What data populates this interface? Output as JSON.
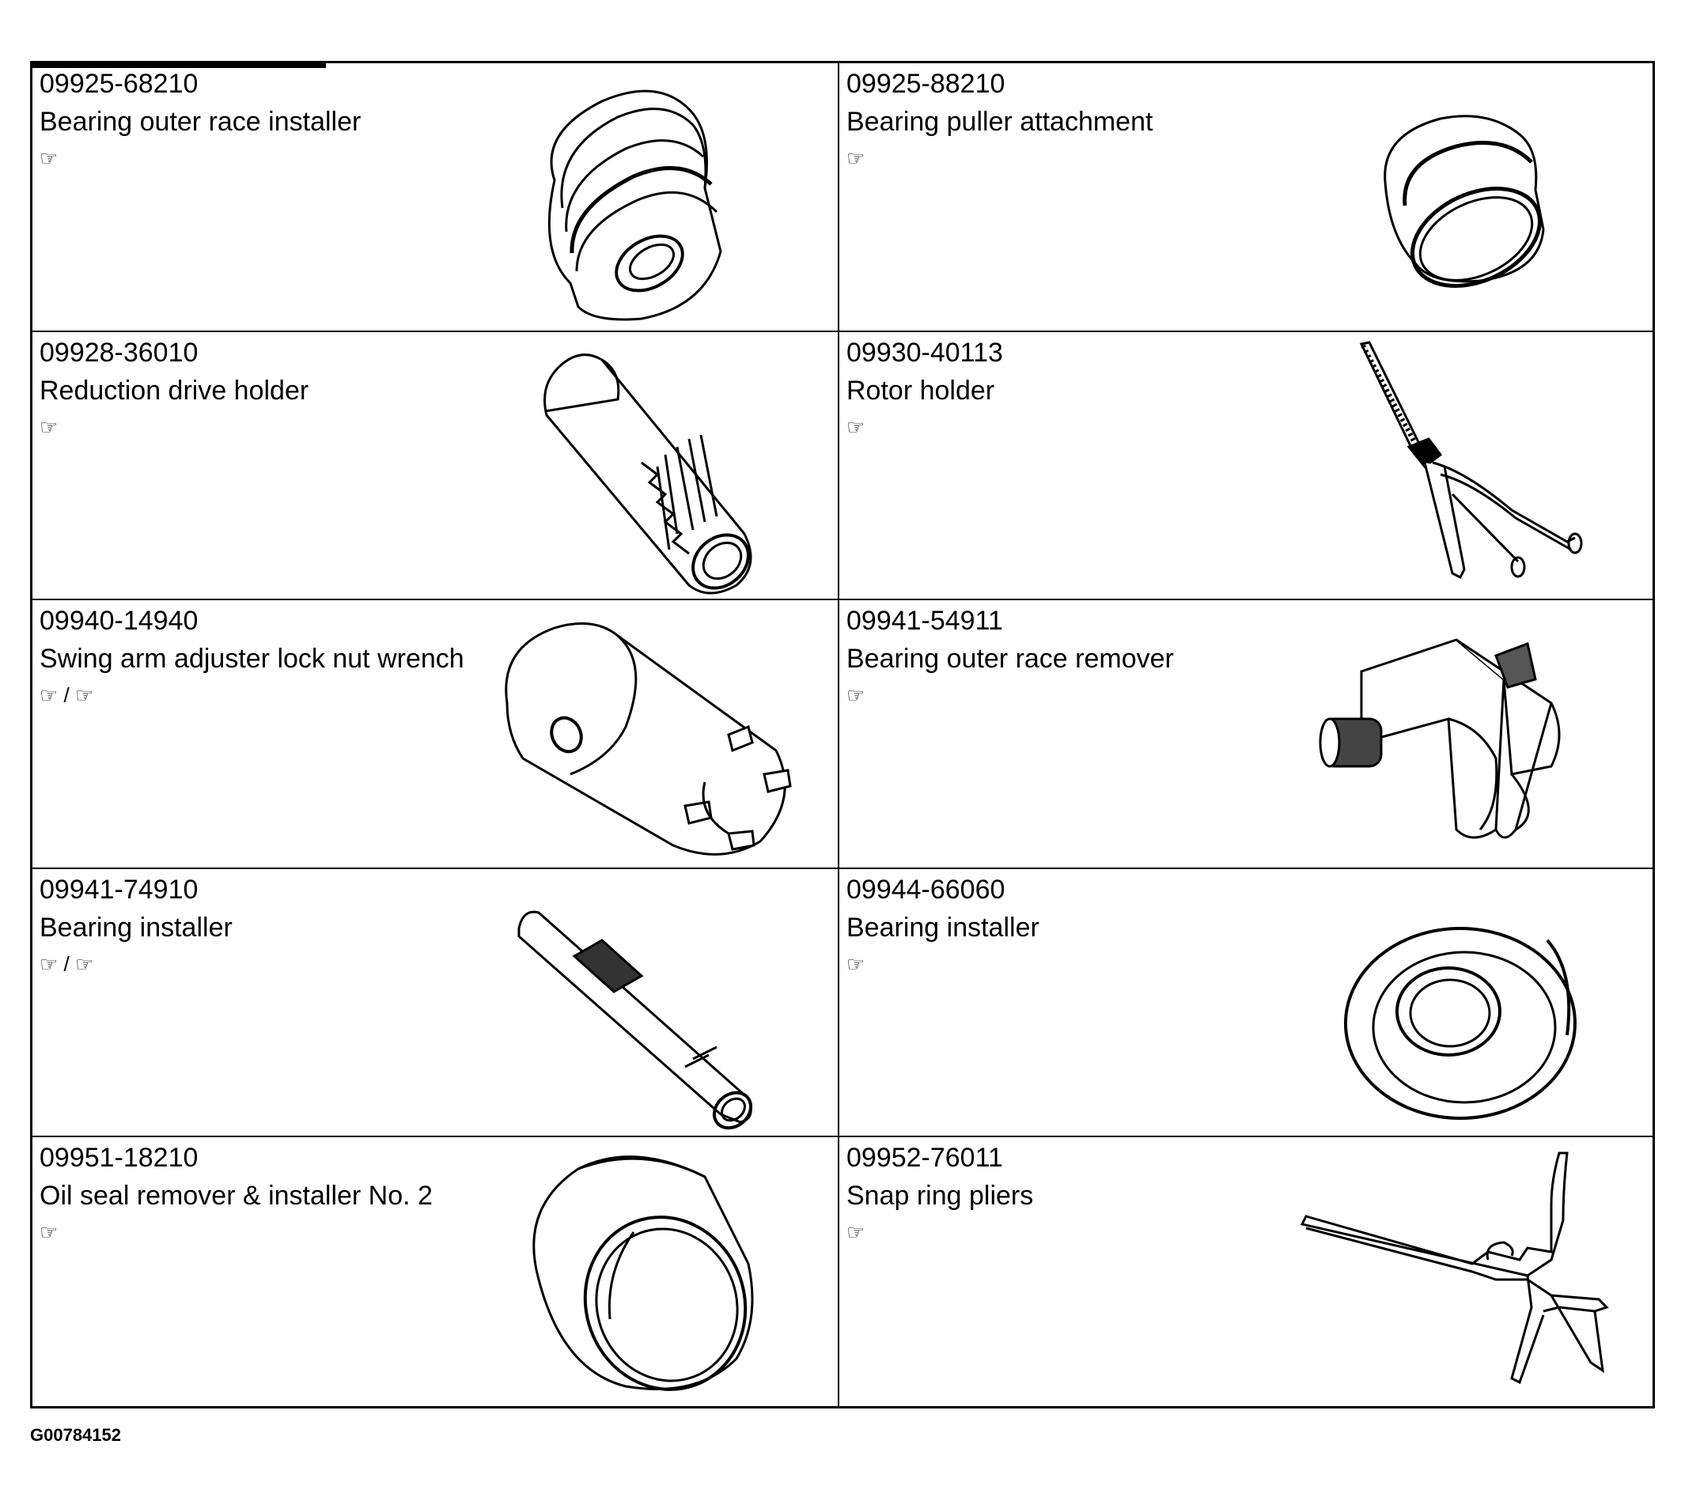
{
  "figure_id": "G00784152",
  "tools": [
    {
      "code": "09925-68210",
      "description": "Bearing outer race installer",
      "ref": "☞",
      "icon": "bearing-outer-race-installer-icon"
    },
    {
      "code": "09925-88210",
      "description": "Bearing puller attachment",
      "ref": "☞",
      "icon": "bearing-puller-attachment-icon"
    },
    {
      "code": "09928-36010",
      "description": "Reduction drive holder",
      "ref": "☞",
      "icon": "reduction-drive-holder-icon"
    },
    {
      "code": "09930-40113",
      "description": "Rotor holder",
      "ref": "☞",
      "icon": "rotor-holder-icon"
    },
    {
      "code": "09940-14940",
      "description": "Swing arm adjuster lock nut wrench",
      "ref": "☞ / ☞",
      "icon": "lock-nut-wrench-icon"
    },
    {
      "code": "09941-54911",
      "description": "Bearing outer race remover",
      "ref": "☞",
      "icon": "bearing-outer-race-remover-icon"
    },
    {
      "code": "09941-74910",
      "description": "Bearing installer",
      "ref": "☞ / ☞",
      "icon": "bearing-installer-shaft-icon"
    },
    {
      "code": "09944-66060",
      "description": "Bearing installer",
      "ref": "☞",
      "icon": "bearing-installer-ring-icon"
    },
    {
      "code": "09951-18210",
      "description": "Oil seal remover & installer No. 2",
      "ref": "☞",
      "icon": "oil-seal-installer-icon"
    },
    {
      "code": "09952-76011",
      "description": "Snap ring pliers",
      "ref": "☞",
      "icon": "snap-ring-pliers-icon"
    }
  ]
}
